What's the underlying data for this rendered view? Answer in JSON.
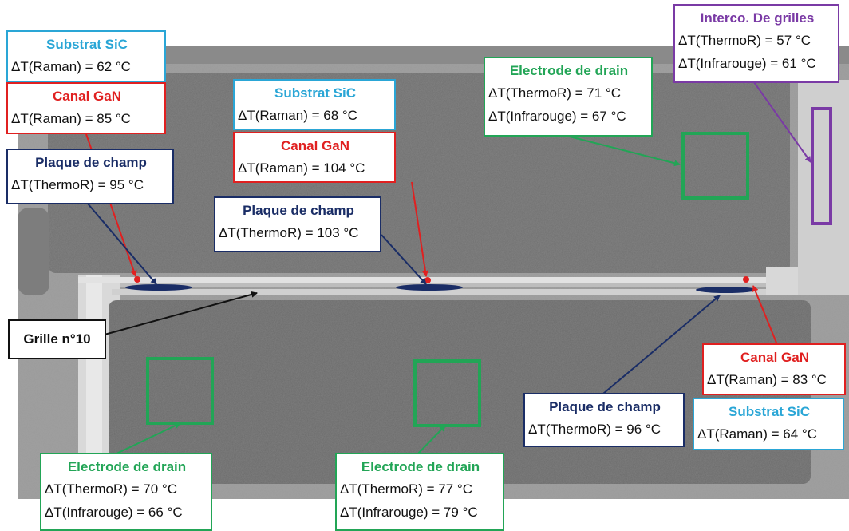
{
  "grille_label": "Grille n°10",
  "colors": {
    "substrat": "#2aa6d6",
    "canal": "#e02020",
    "plaque": "#1a2d66",
    "electrode": "#22a556",
    "interco": "#7a3aa5",
    "grille": "#111111"
  },
  "boxes": {
    "substrat_1": {
      "title": "Substrat SiC",
      "lines": [
        "ΔT(Raman) = 62 °C"
      ]
    },
    "canal_1": {
      "title": "Canal GaN",
      "lines": [
        "ΔT(Raman) = 85 °C"
      ]
    },
    "plaque_1": {
      "title": "Plaque de champ",
      "lines": [
        "ΔT(ThermoR) = 95 °C"
      ]
    },
    "substrat_2": {
      "title": "Substrat SiC",
      "lines": [
        "ΔT(Raman) = 68 °C"
      ]
    },
    "canal_2": {
      "title": "Canal GaN",
      "lines": [
        "ΔT(Raman) = 104 °C"
      ]
    },
    "plaque_2": {
      "title": "Plaque de champ",
      "lines": [
        "ΔT(ThermoR) = 103 °C"
      ]
    },
    "electrode_top": {
      "title": "Electrode de drain",
      "lines": [
        "ΔT(ThermoR) = 71 °C",
        "ΔT(Infrarouge) = 67 °C"
      ]
    },
    "interco": {
      "title": "Interco. De grilles",
      "lines": [
        "ΔT(ThermoR) = 57 °C",
        "ΔT(Infrarouge) = 61 °C"
      ]
    },
    "canal_3": {
      "title": "Canal GaN",
      "lines": [
        "ΔT(Raman) = 83 °C"
      ]
    },
    "plaque_3": {
      "title": "Plaque de champ",
      "lines": [
        "ΔT(ThermoR) = 96 °C"
      ]
    },
    "substrat_3": {
      "title": "Substrat SiC",
      "lines": [
        "ΔT(Raman) = 64 °C"
      ]
    },
    "electrode_bl": {
      "title": "Electrode de drain",
      "lines": [
        "ΔT(ThermoR) = 70 °C",
        "ΔT(Infrarouge) = 66 °C"
      ]
    },
    "electrode_bm": {
      "title": "Electrode de drain",
      "lines": [
        "ΔT(ThermoR) = 77 °C",
        "ΔT(Infrarouge) = 79 °C"
      ]
    }
  }
}
